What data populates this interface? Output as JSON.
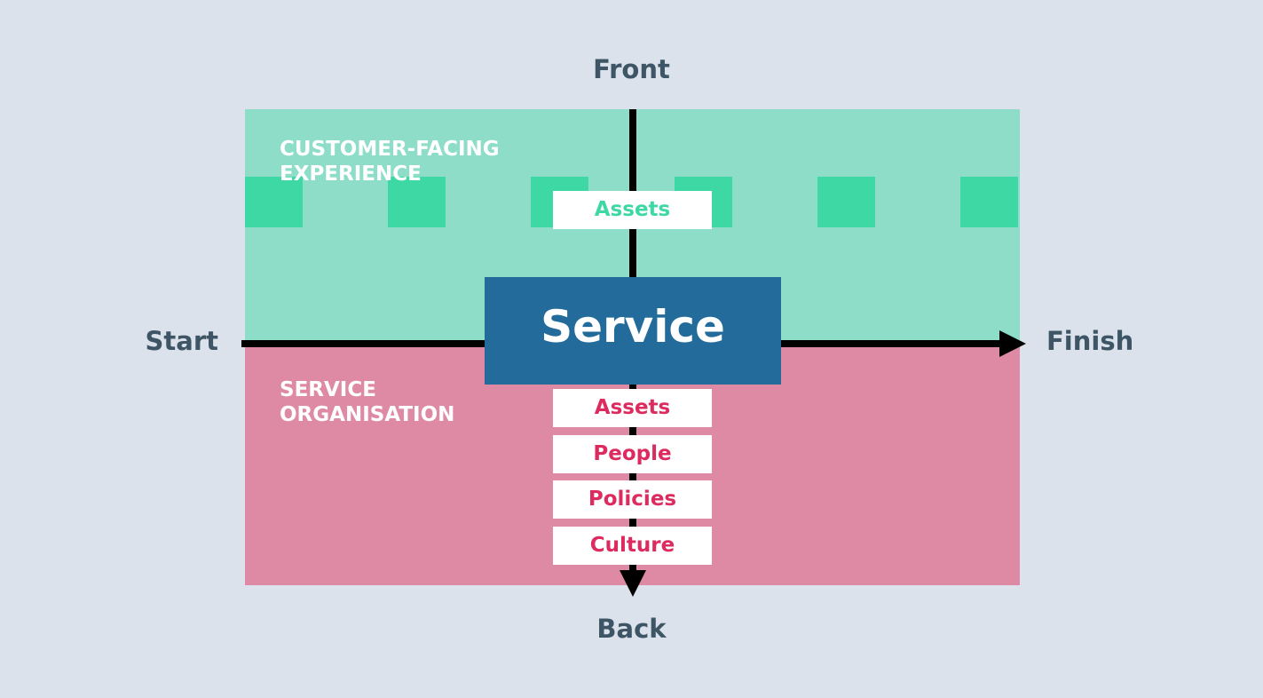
{
  "axes": {
    "top": "Front",
    "bottom": "Back",
    "left": "Start",
    "right": "Finish"
  },
  "zones": {
    "front": {
      "title": "CUSTOMER-FACING\nEXPERIENCE",
      "color": "#8eddc8"
    },
    "back": {
      "title": "SERVICE\nORGANISATION",
      "color": "#df8aa5"
    }
  },
  "center": {
    "label": "Service",
    "color": "#236b9a"
  },
  "front_items": [
    "Assets"
  ],
  "back_items": [
    "Assets",
    "People",
    "Policies",
    "Culture"
  ],
  "colors": {
    "background": "#dbe2eb",
    "touchpoint": "#3dd8a3",
    "front_text": "#3dd8a3",
    "back_text": "#dd2b5f",
    "axis": "#000000",
    "label_text": "#3e5566"
  }
}
